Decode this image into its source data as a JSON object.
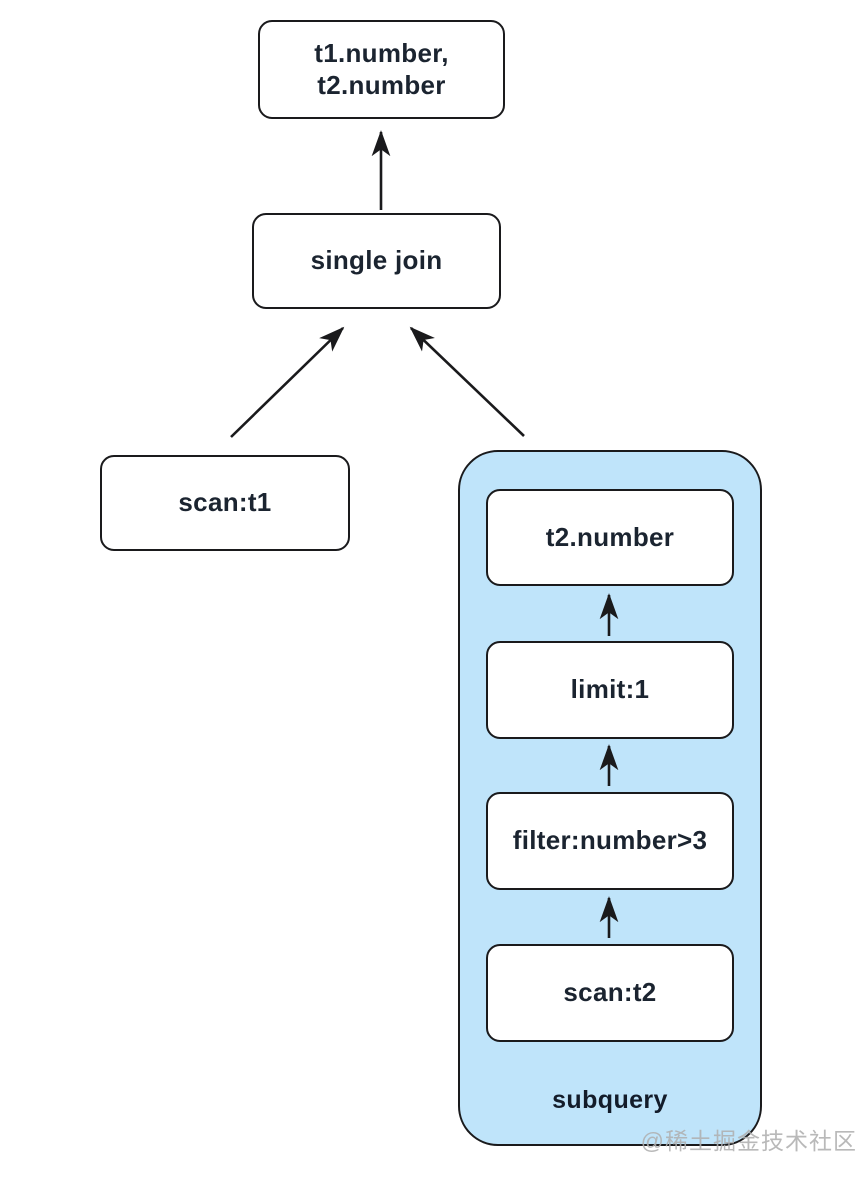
{
  "diagram": {
    "type": "query-plan-tree",
    "nodes": {
      "result": {
        "line1": "t1.number,",
        "line2": "t2.number"
      },
      "join": {
        "label": "single join"
      },
      "scan_t1": {
        "label": "scan:t1"
      },
      "t2_number": {
        "label": "t2.number"
      },
      "limit": {
        "label": "limit:1"
      },
      "filter": {
        "label": "filter:number>3"
      },
      "scan_t2": {
        "label": "scan:t2"
      }
    },
    "subquery_group": {
      "label": "subquery"
    },
    "edges": [
      {
        "from": "single join",
        "to": "t1.number, t2.number"
      },
      {
        "from": "scan:t1",
        "to": "single join"
      },
      {
        "from": "subquery",
        "to": "single join"
      },
      {
        "from": "scan:t2",
        "to": "filter:number>3"
      },
      {
        "from": "filter:number>3",
        "to": "limit:1"
      },
      {
        "from": "limit:1",
        "to": "t2.number"
      }
    ],
    "colors": {
      "subquery_fill": "#bfe4fa",
      "node_fill": "#ffffff",
      "stroke": "#1a1a1c",
      "text": "#1b2430"
    }
  },
  "watermark": {
    "text": "@稀土掘金技术社区"
  }
}
